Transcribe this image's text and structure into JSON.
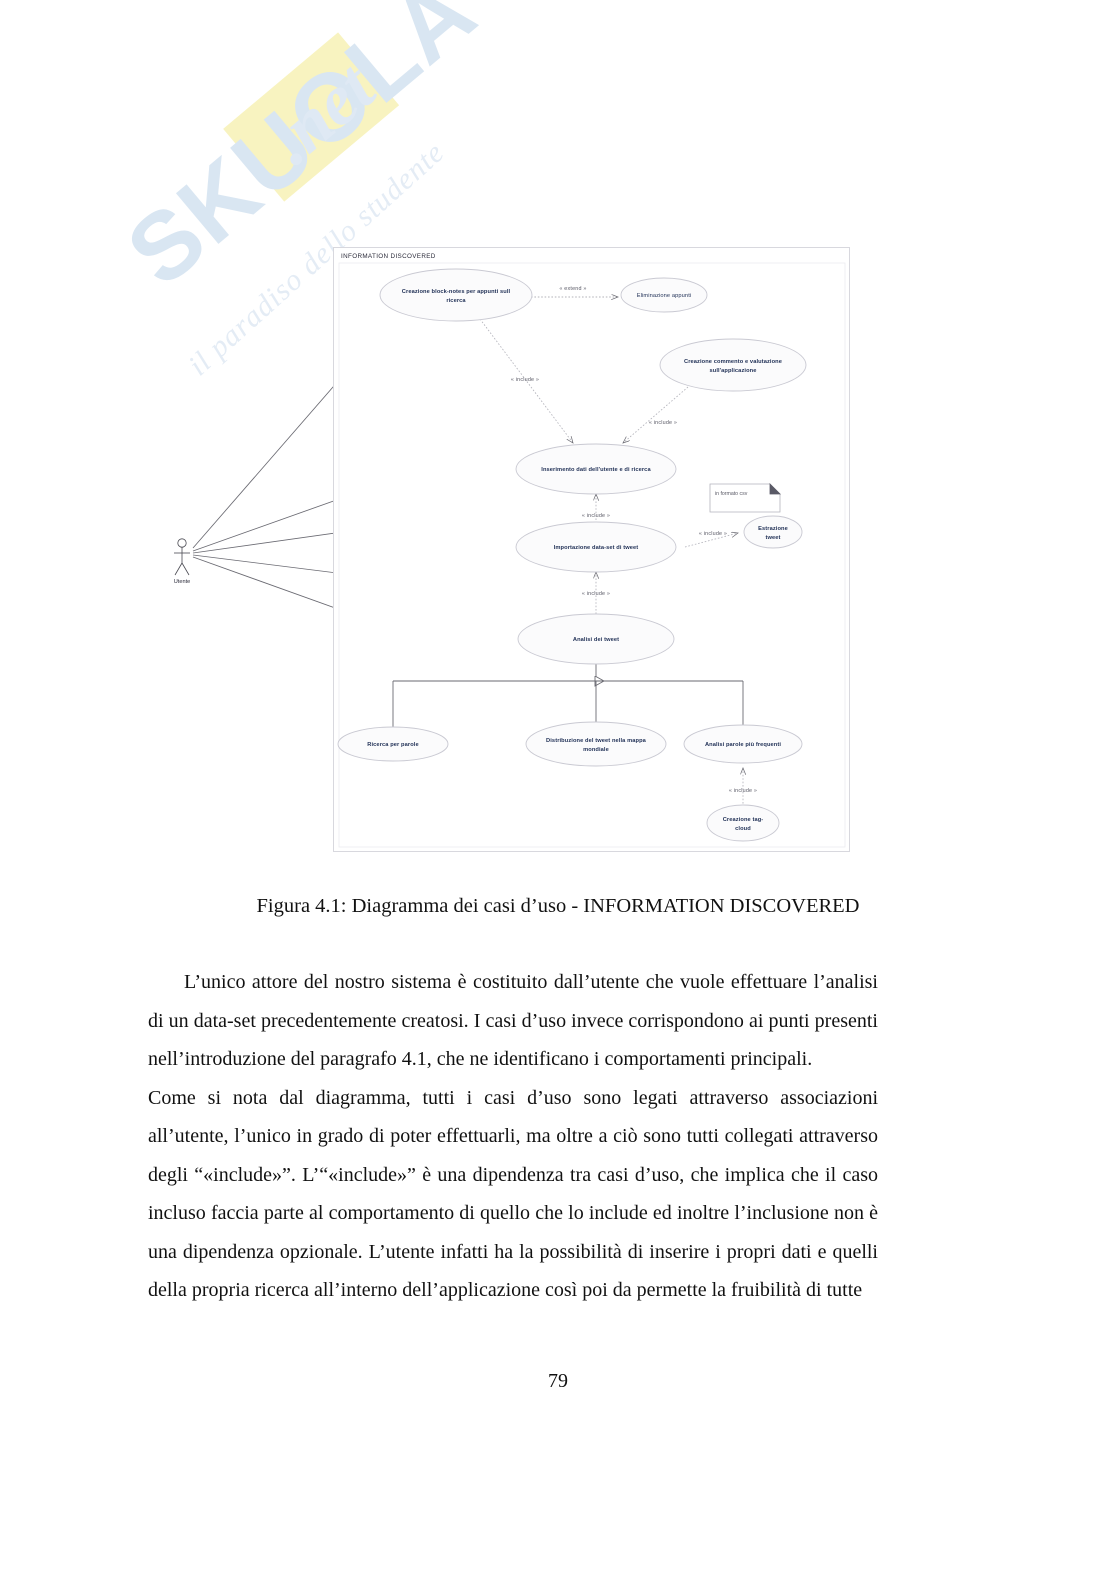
{
  "watermark": {
    "brand": "SKUOLA",
    "suffix": ".net",
    "tagline": "il paradiso dello studente"
  },
  "figure": {
    "frame_title": "INFORMATION DISCOVERED",
    "actor": {
      "name": "Utente"
    },
    "use_cases": [
      {
        "id": "block-notes",
        "label_line1": "Creazione block-notes per appunti sull",
        "label_line2": "ricerca"
      },
      {
        "id": "eliminazione",
        "label_line1": "Eliminazione appunti",
        "label_line2": ""
      },
      {
        "id": "commento",
        "label_line1": "Creazione commento e valutazione",
        "label_line2": "sull'applicazione"
      },
      {
        "id": "inserimento",
        "label_line1": "Inserimento dati dell'utente e di ricerca",
        "label_line2": ""
      },
      {
        "id": "importazione",
        "label_line1": "Importazione data-set di tweet",
        "label_line2": ""
      },
      {
        "id": "estrazione",
        "label_line1": "Estrazione",
        "label_line2": "tweet"
      },
      {
        "id": "analisi",
        "label_line1": "Analisi dei tweet",
        "label_line2": ""
      },
      {
        "id": "ricerca",
        "label_line1": "Ricerca per parole",
        "label_line2": ""
      },
      {
        "id": "distribuzione",
        "label_line1": "Distribuzione del tweet nella mappa",
        "label_line2": "mondiale"
      },
      {
        "id": "parole-freq",
        "label_line1": "Analisi parole più frequenti",
        "label_line2": ""
      },
      {
        "id": "tag-cloud",
        "label_line1": "Creazione tag-",
        "label_line2": "cloud"
      }
    ],
    "stereotypes": {
      "extend": "« extend »",
      "include": "« include »"
    },
    "note": {
      "text": "in formato csv"
    },
    "colors": {
      "ellipse_fill": "#fbfbfc",
      "ellipse_stroke": "#c9c9d2",
      "text": "#1f2f55",
      "line": "#6a6a72",
      "frame": "#d8d8de"
    }
  },
  "caption": {
    "text": "Figura 4.1: Diagramma dei casi d’uso - INFORMATION DISCOVERED"
  },
  "body": {
    "paragraph1": "L’unico attore del nostro sistema è costituito dall’utente che vuole effettuare l’analisi di un data-set precedentemente creatosi. I casi d’uso invece corrispondono ai punti presenti nell’introduzione del paragrafo 4.1, che ne identificano i comportamenti principali.",
    "paragraph2": "Come si nota dal diagramma, tutti i casi d’uso sono legati attraverso associazioni all’utente, l’unico in grado di poter effettuarli, ma oltre a ciò sono tutti collegati attraverso degli “«include»”. L’“«include»” è una dipendenza tra casi d’uso, che implica che il caso incluso faccia parte al comportamento di quello che lo include ed inoltre l’inclusione non è una dipendenza opzionale. L’utente infatti ha la possibilità di inserire i propri dati e quelli della propria ricerca all’interno dell’applicazione così poi da permette la fruibilità di tutte"
  },
  "page_number": "79"
}
